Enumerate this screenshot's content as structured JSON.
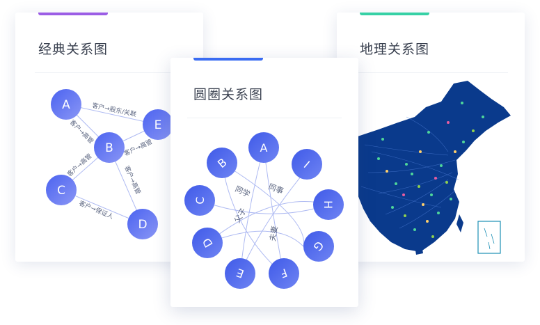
{
  "cards": {
    "classic": {
      "title": "经典关系图",
      "accent": "#9b5de5"
    },
    "circle": {
      "title": "圆圈关系图",
      "accent": "#3a6cf2"
    },
    "geo": {
      "title": "地理关系图",
      "accent": "#36d1a5"
    }
  },
  "classic_graph": {
    "nodes": [
      "A",
      "B",
      "C",
      "D",
      "E"
    ],
    "edges": [
      {
        "from": "A",
        "to": "E",
        "label": "客户→股东/关联"
      },
      {
        "from": "A",
        "to": "B",
        "label": "客户→高管"
      },
      {
        "from": "B",
        "to": "E",
        "label": "客户→高管"
      },
      {
        "from": "B",
        "to": "C",
        "label": "客户→高管"
      },
      {
        "from": "B",
        "to": "D",
        "label": "客户→高管"
      },
      {
        "from": "C",
        "to": "D",
        "label": "客户→保证人"
      }
    ]
  },
  "circle_graph": {
    "nodes": [
      "A",
      "I",
      "H",
      "G",
      "F",
      "E",
      "D",
      "C",
      "B"
    ],
    "edge_labels": [
      "同学",
      "同事",
      "父子",
      "夫妻"
    ]
  },
  "colors": {
    "node_start": "#4b63f0",
    "node_end": "#8793f5",
    "edge": "#aebaf2",
    "label": "#5b6580",
    "map": "#0a3a8c"
  }
}
